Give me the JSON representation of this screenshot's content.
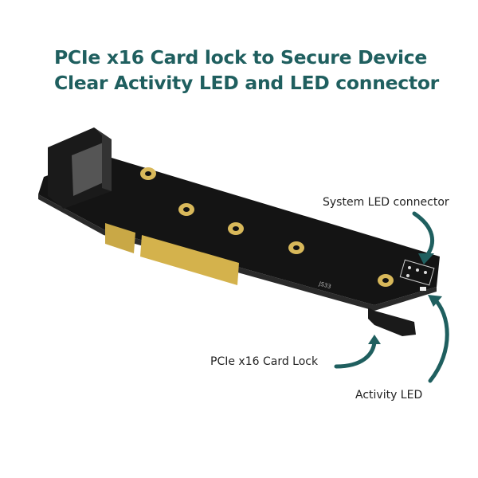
{
  "title": {
    "line1": "PCIe x16 Card lock to Secure Device",
    "line2": "Clear Activity LED and LED connector"
  },
  "callouts": {
    "system_led_connector": "System LED connector",
    "card_lock": "PCIe x16 Card Lock",
    "activity_led": "Activity LED"
  },
  "board_silkscreen": "JS33",
  "colors": {
    "accent": "#1f5f5f",
    "board": "#111111",
    "gold": "#d4b24c"
  }
}
